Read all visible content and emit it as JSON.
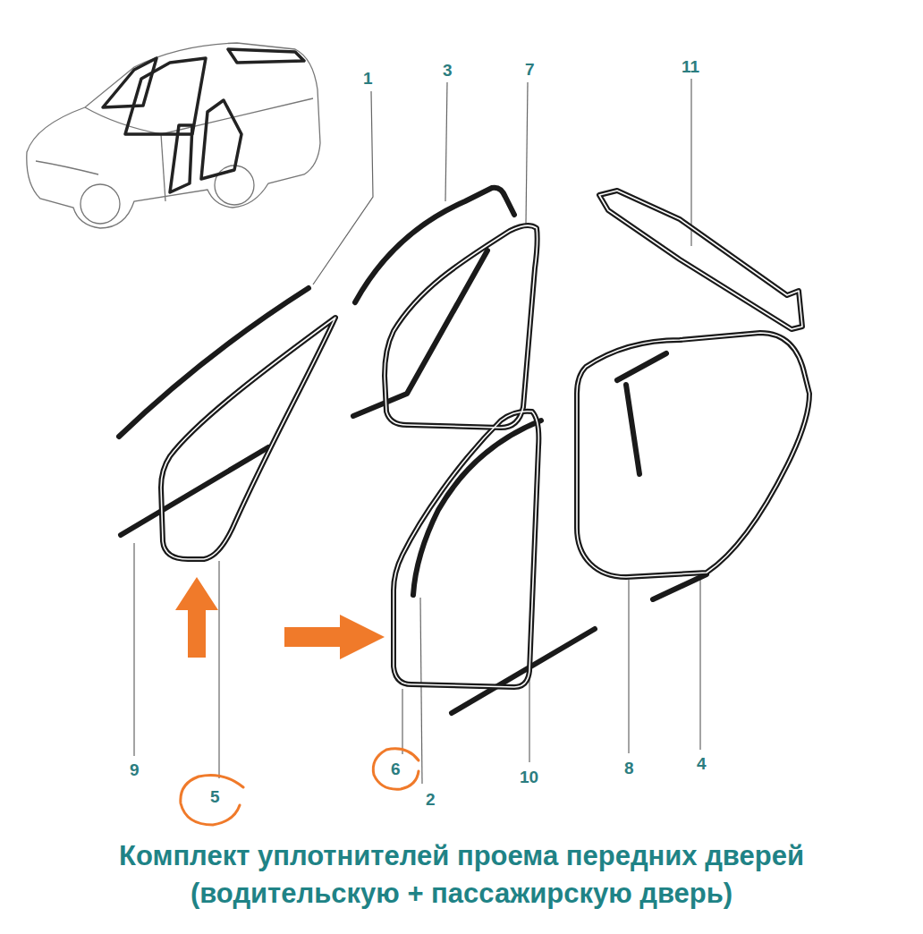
{
  "diagram": {
    "caption": "Комплект уплотнителей проема передних дверей (водительскую + пассажирскую дверь)",
    "labels": [
      "1",
      "3",
      "7",
      "11",
      "9",
      "5",
      "6",
      "2",
      "10",
      "8",
      "4"
    ]
  }
}
